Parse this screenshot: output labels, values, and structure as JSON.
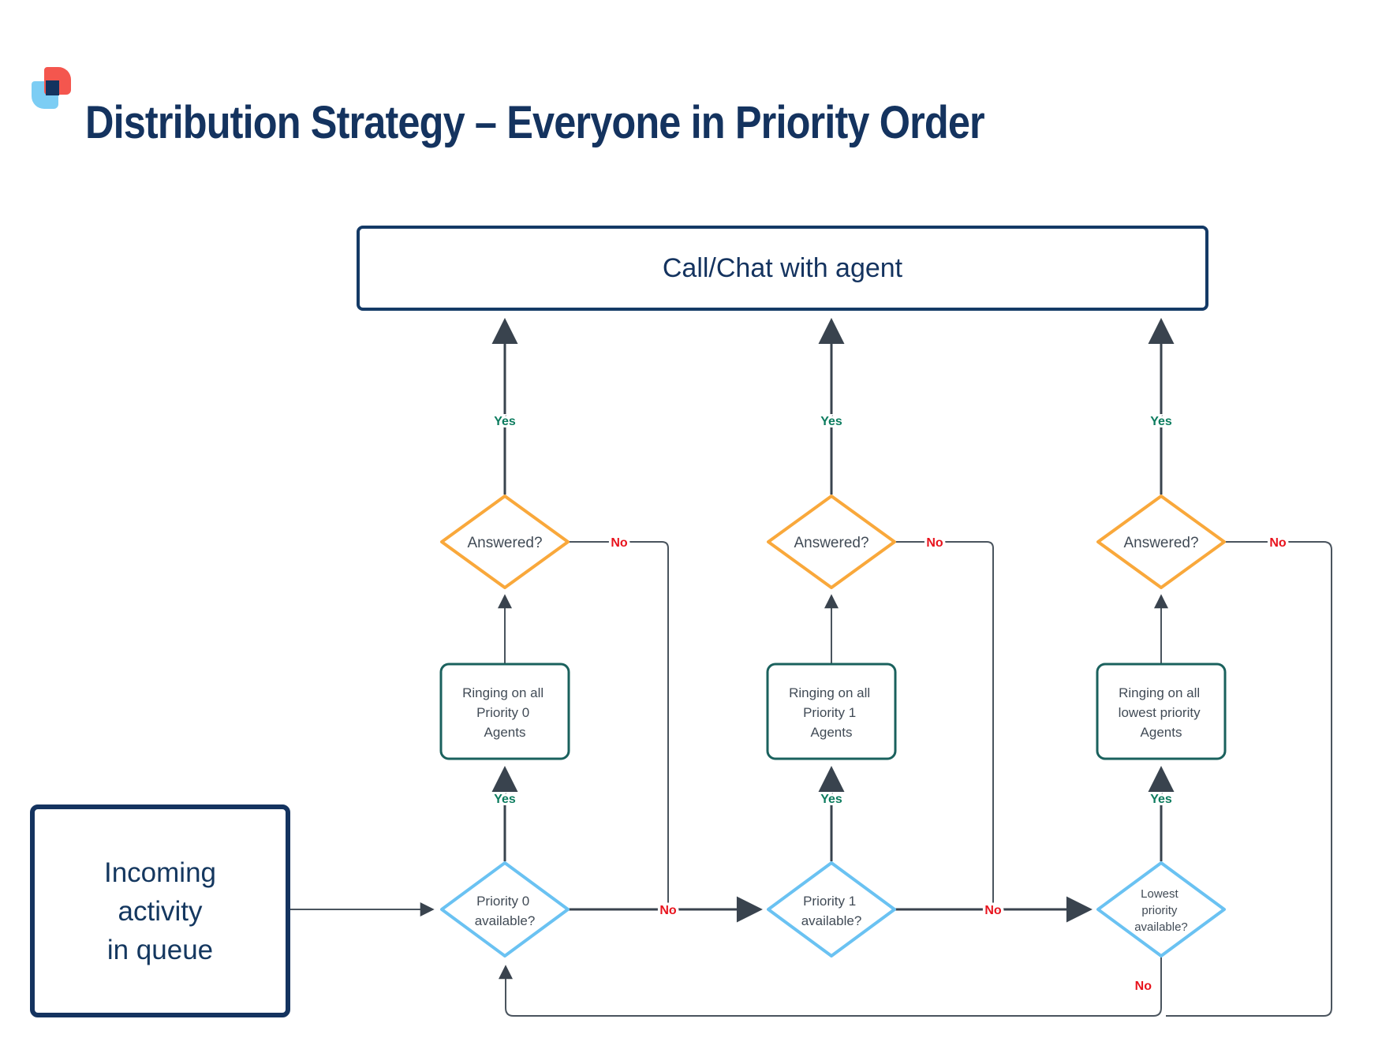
{
  "header": {
    "title": "Distribution Strategy – Everyone in Priority Order"
  },
  "flow": {
    "call_box_label": "Call/Chat with agent",
    "incoming_lines": [
      "Incoming",
      "activity",
      "in queue"
    ],
    "columns": [
      {
        "answered": "Answered?",
        "yes_to_agent": "Yes",
        "no_answered": "No",
        "ring": [
          "Ringing on all",
          "Priority 0",
          "Agents"
        ],
        "yes_available": "Yes",
        "available": [
          "Priority 0",
          "available?"
        ],
        "no_available": "No"
      },
      {
        "answered": "Answered?",
        "yes_to_agent": "Yes",
        "no_answered": "No",
        "ring": [
          "Ringing on all",
          "Priority 1",
          "Agents"
        ],
        "yes_available": "Yes",
        "available": [
          "Priority 1",
          "available?"
        ],
        "no_available": "No"
      },
      {
        "answered": "Answered?",
        "yes_to_agent": "Yes",
        "no_answered": "No",
        "ring": [
          "Ringing on all",
          "lowest priority",
          "Agents"
        ],
        "yes_available": "Yes",
        "available": [
          "Lowest",
          "priority",
          "available?"
        ],
        "no_available": "No"
      }
    ],
    "colors": {
      "navy": "#14335f",
      "orange": "#f9a83b",
      "light_blue": "#6ac2f2",
      "teal": "#1a615d",
      "green": "#0d7c5f",
      "red": "#e8131d",
      "line_dark": "#39434e",
      "line_light": "#4a545e"
    }
  }
}
